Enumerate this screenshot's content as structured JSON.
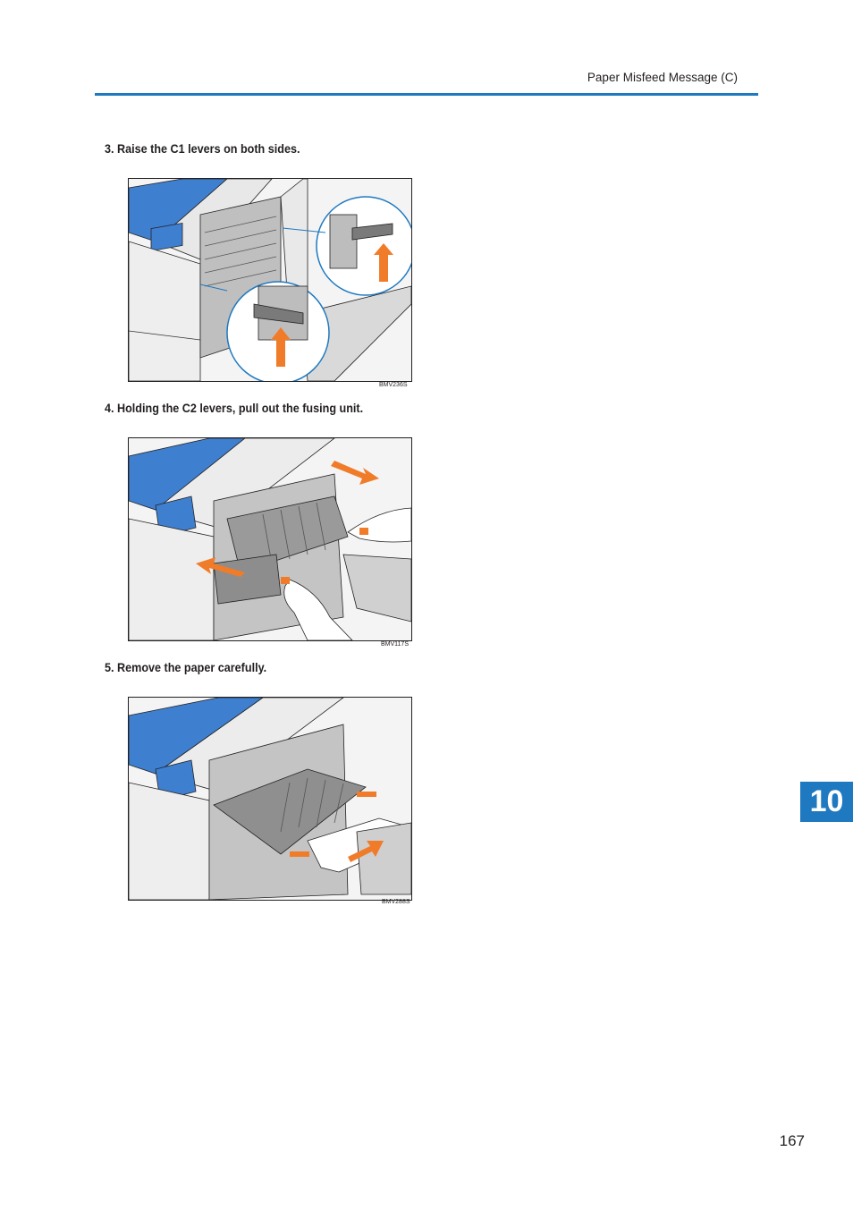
{
  "header": {
    "title": "Paper Misfeed Message (C)"
  },
  "steps": [
    {
      "text": "3. Raise the C1 levers on both sides.",
      "figure_code": "BMV236S"
    },
    {
      "text": "4. Holding the C2 levers, pull out the fusing unit.",
      "figure_code": "BMV117S"
    },
    {
      "text": "5. Remove the paper carefully.",
      "figure_code": "BMV288S"
    }
  ],
  "chapter_tab": "10",
  "page_number": "167",
  "colors": {
    "accent": "#1f79c0",
    "arrow": "#f07c2a",
    "printer_blue": "#3f7fd0"
  }
}
